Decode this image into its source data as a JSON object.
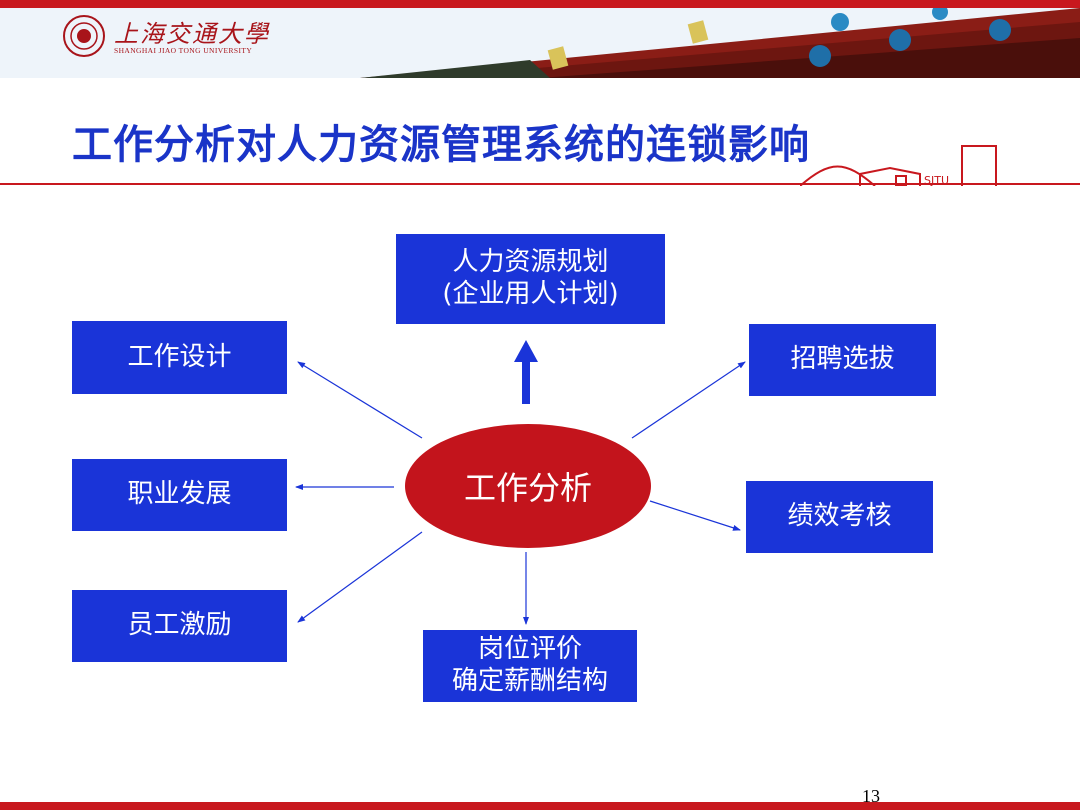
{
  "header": {
    "logo_name": "上海交通大學",
    "logo_sub": "SHANGHAI JIAO TONG UNIVERSITY",
    "gate_mark": "SJTU"
  },
  "slide": {
    "title": "工作分析对人力资源管理系统的连锁影响",
    "page_number": "13"
  },
  "diagram": {
    "center": "工作分析",
    "hr_planning": [
      "人力资源规划",
      "(企业用人计划)"
    ],
    "job_design": "工作设计",
    "career_development": "职业发展",
    "employee_incentive": "员工激励",
    "recruitment": "招聘选拔",
    "performance": "绩效考核",
    "job_evaluation": [
      "岗位评价",
      "确定薪酬结构"
    ]
  },
  "colors": {
    "brand_red": "#c8181e",
    "box_blue": "#1a34d8",
    "title_blue": "#1a34c8",
    "ellipse_red": "#c3141c"
  }
}
